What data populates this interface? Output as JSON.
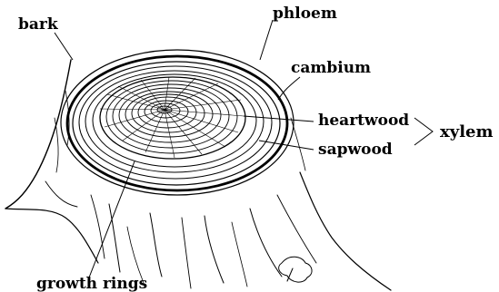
{
  "labels": {
    "bark": "bark",
    "phloem": "phloem",
    "cambium": "cambium",
    "heartwood": "heartwood",
    "sapwood": "sapwood",
    "xylem": "xylem",
    "growth_rings": "growth rings"
  },
  "colors": {
    "ink": "#000000",
    "background": "#ffffff"
  }
}
